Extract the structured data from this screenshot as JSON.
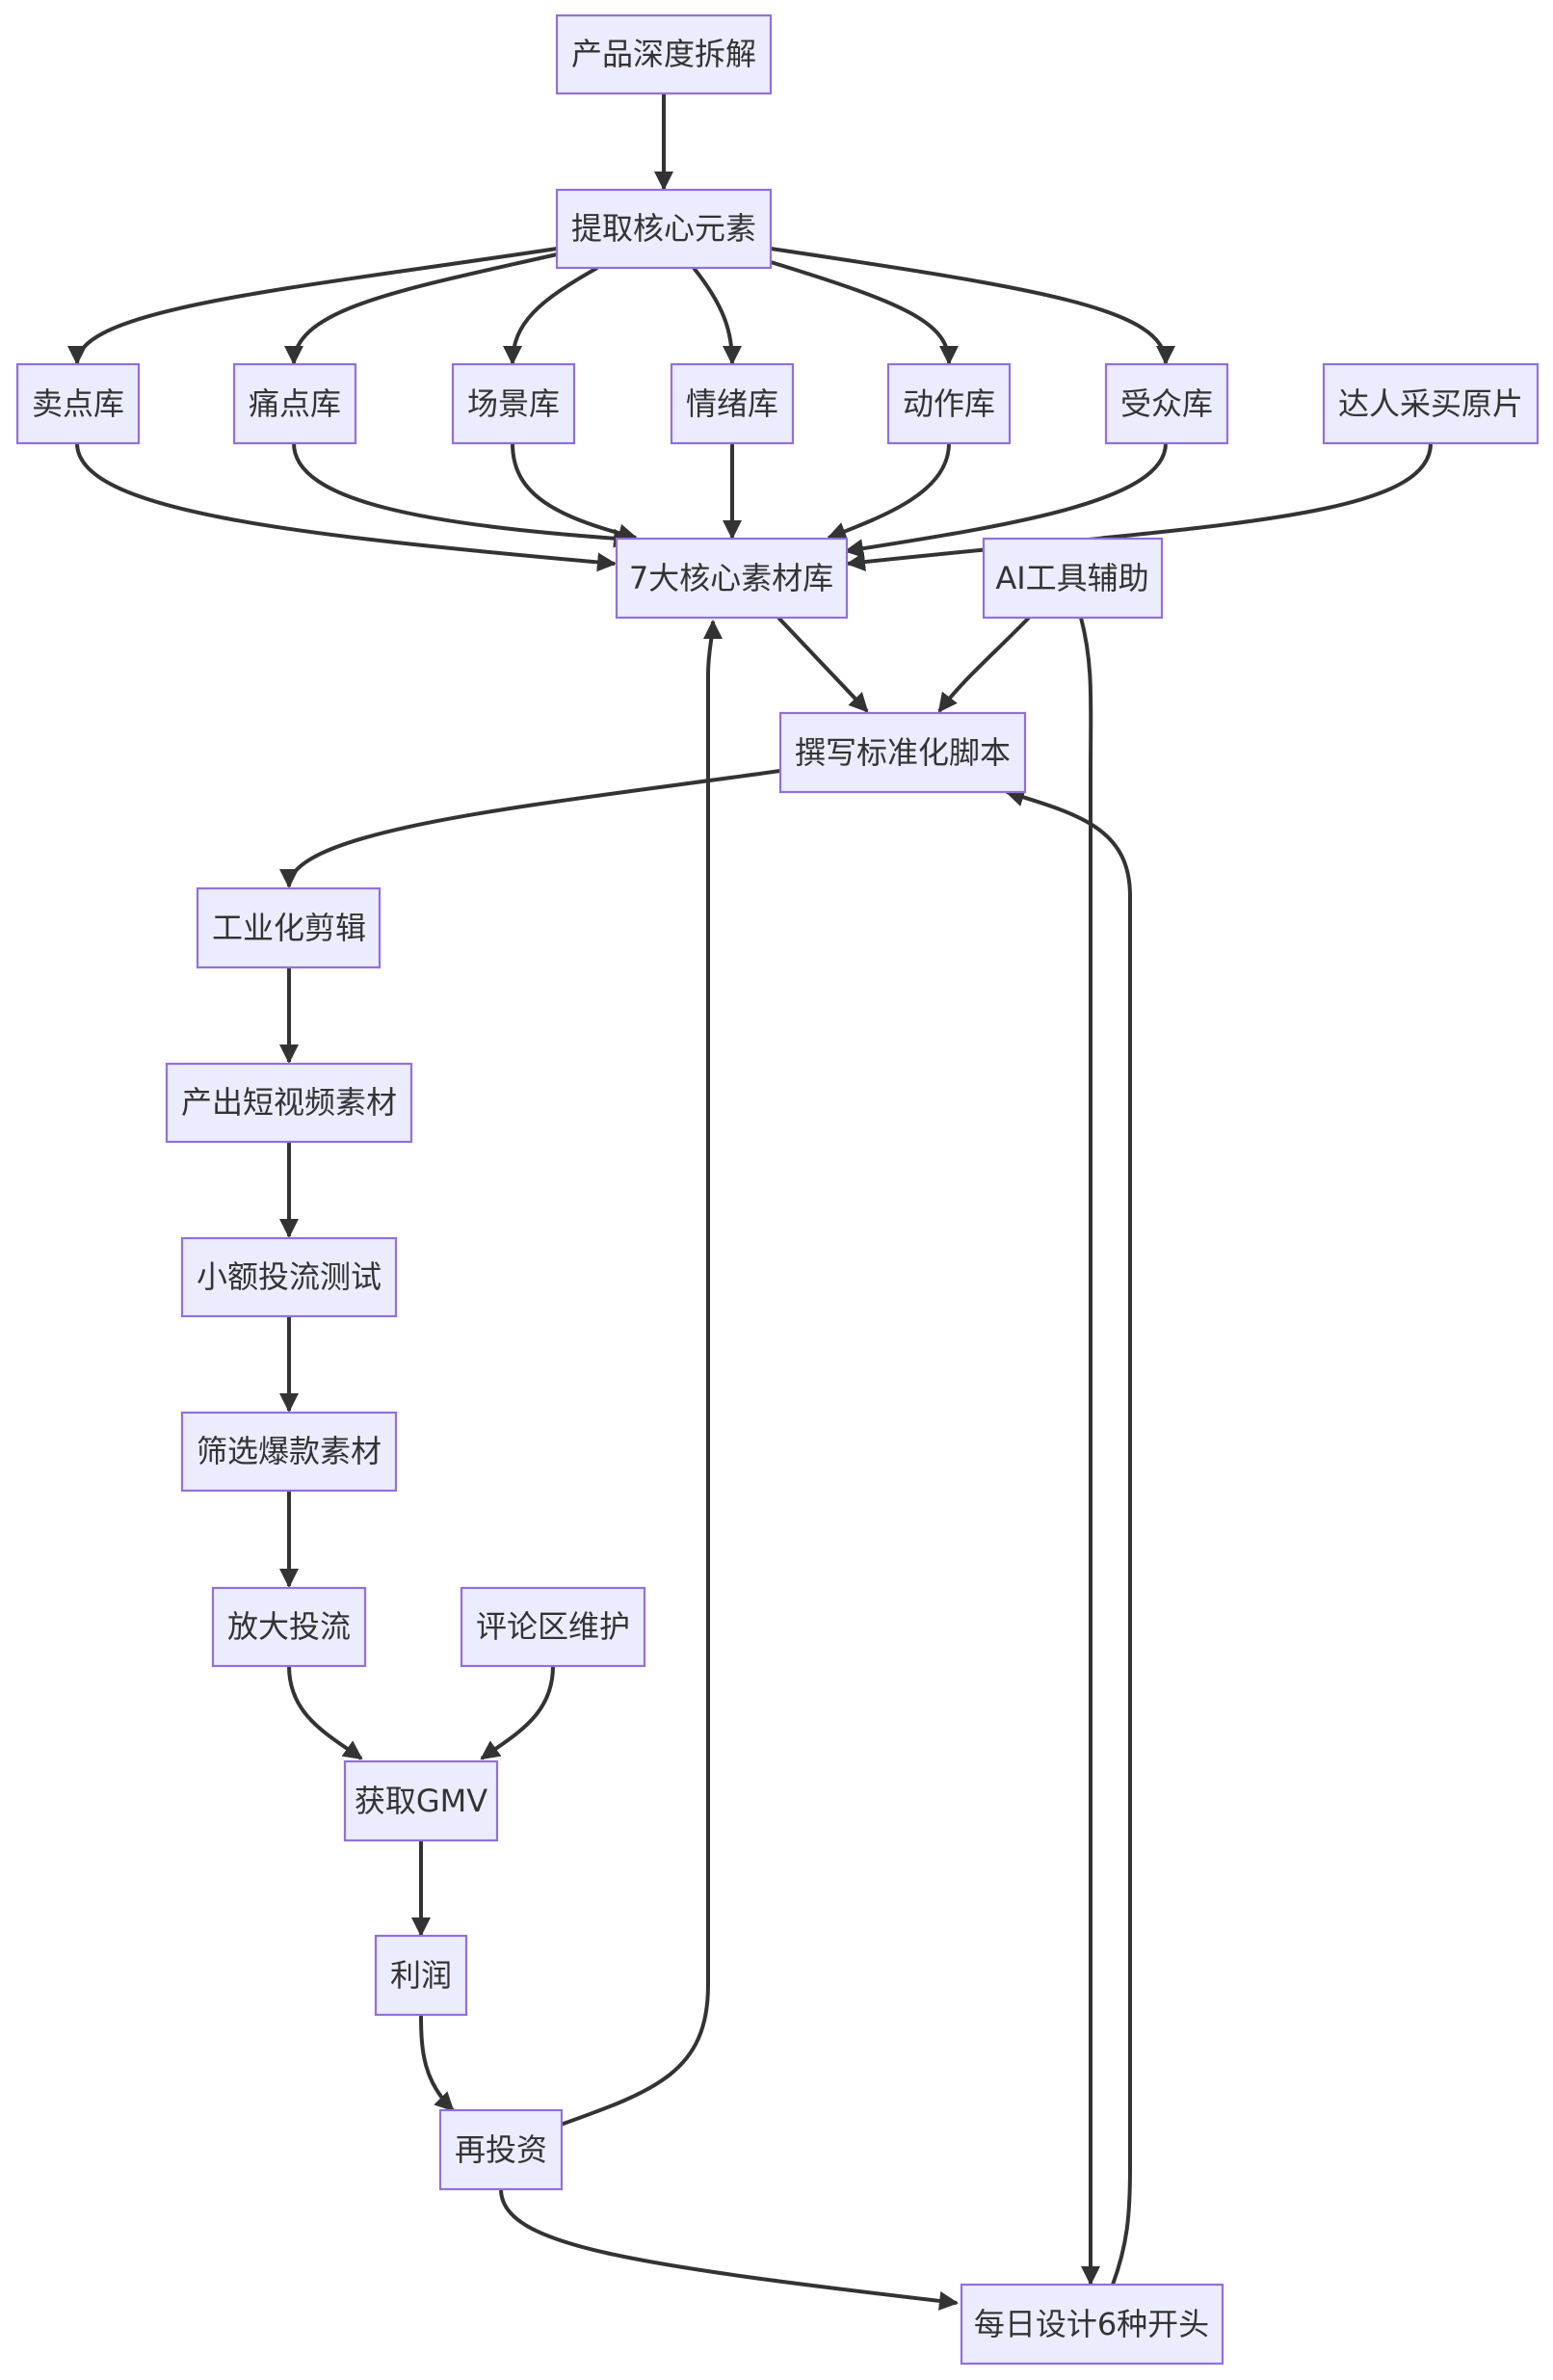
{
  "nodes": {
    "product": "产品深度拆解",
    "extract": "提取核心元素",
    "selling": "卖点库",
    "pain": "痛点库",
    "scene": "场景库",
    "emotion": "情绪库",
    "action": "动作库",
    "audience": "受众库",
    "talent": "达人采买原片",
    "library": "7大核心素材库",
    "ai": "AI工具辅助",
    "script": "撰写标准化脚本",
    "edit": "工业化剪辑",
    "output": "产出短视频素材",
    "test": "小额投流测试",
    "filter": "筛选爆款素材",
    "scale": "放大投流",
    "comment": "评论区维护",
    "gmv": "获取GMV",
    "profit": "利润",
    "reinvest": "再投资",
    "openings": "每日设计6种开头"
  },
  "edges": [
    [
      "product",
      "extract"
    ],
    [
      "extract",
      "selling"
    ],
    [
      "extract",
      "pain"
    ],
    [
      "extract",
      "scene"
    ],
    [
      "extract",
      "emotion"
    ],
    [
      "extract",
      "action"
    ],
    [
      "extract",
      "audience"
    ],
    [
      "selling",
      "library"
    ],
    [
      "pain",
      "library"
    ],
    [
      "scene",
      "library"
    ],
    [
      "emotion",
      "library"
    ],
    [
      "action",
      "library"
    ],
    [
      "audience",
      "library"
    ],
    [
      "talent",
      "library"
    ],
    [
      "library",
      "script"
    ],
    [
      "ai",
      "script"
    ],
    [
      "ai",
      "openings"
    ],
    [
      "script",
      "edit"
    ],
    [
      "edit",
      "output"
    ],
    [
      "output",
      "test"
    ],
    [
      "test",
      "filter"
    ],
    [
      "filter",
      "scale"
    ],
    [
      "scale",
      "gmv"
    ],
    [
      "comment",
      "gmv"
    ],
    [
      "gmv",
      "profit"
    ],
    [
      "profit",
      "reinvest"
    ],
    [
      "reinvest",
      "library"
    ],
    [
      "reinvest",
      "openings"
    ],
    [
      "openings",
      "script"
    ]
  ],
  "colors": {
    "node_fill": "#ECECFF",
    "node_stroke": "#9370DB",
    "edge": "#333333",
    "text": "#333333"
  }
}
